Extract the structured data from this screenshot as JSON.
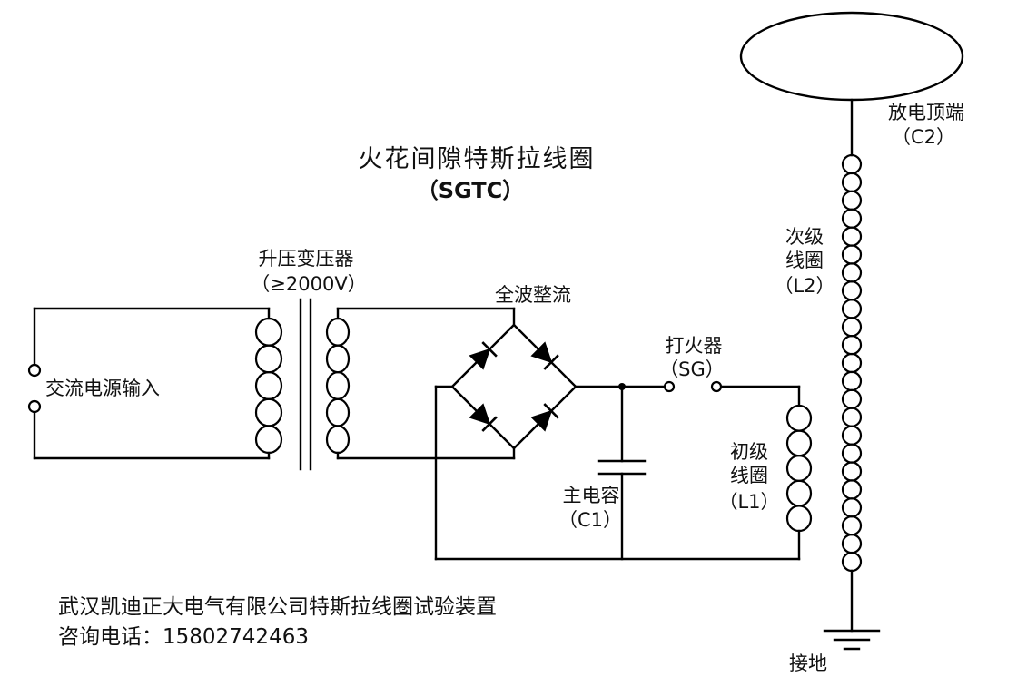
{
  "title": {
    "line1": "火花间隙特斯拉线圈",
    "line2": "（SGTC）"
  },
  "components": {
    "ac_input": {
      "label": "交流电源输入"
    },
    "transformer": {
      "label": "升压变压器",
      "spec": "（≥2000V）"
    },
    "rectifier": {
      "label": "全波整流"
    },
    "main_capacitor": {
      "label": "主电容",
      "ref": "（C1）"
    },
    "spark_gap": {
      "label": "打火器",
      "ref": "（SG）"
    },
    "primary_coil": {
      "label_line1": "初级",
      "label_line2": "线圈",
      "ref": "（L1）"
    },
    "secondary_coil": {
      "label_line1": "次级",
      "label_line2": "线圈",
      "ref": "（L2）"
    },
    "top_load": {
      "label": "放电顶端",
      "ref": "（C2）"
    },
    "ground": {
      "label": "接地"
    }
  },
  "watermark": {
    "line1": "武汉凯迪正大电气有限公司特斯拉线圈试验装置",
    "line2": "咨询电话：15802742463",
    "color": "#ee0000"
  },
  "colors": {
    "line": "#000000",
    "background": "#ffffff"
  }
}
